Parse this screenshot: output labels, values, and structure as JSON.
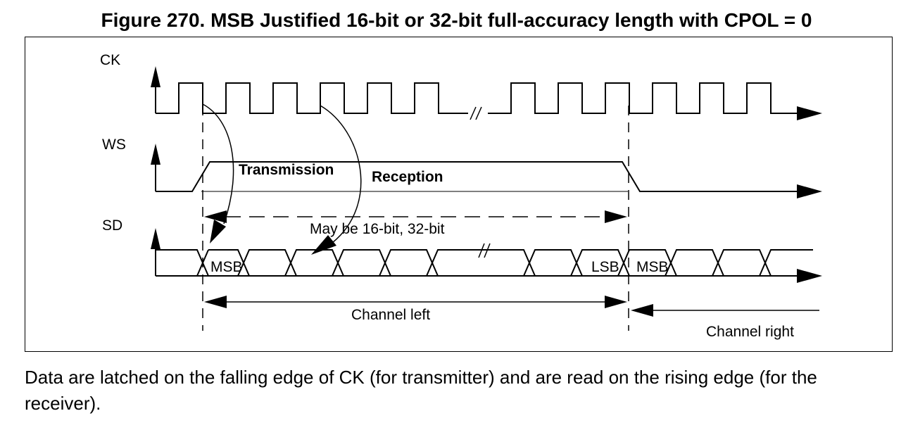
{
  "title": "Figure 270. MSB Justified 16-bit or 32-bit full-accuracy length with CPOL = 0",
  "signals": {
    "ck": "CK",
    "ws": "WS",
    "sd": "SD"
  },
  "annotations": {
    "transmission": "Transmission",
    "reception": "Reception",
    "length_note": "May be 16-bit, 32-bit",
    "msb_first": "MSB",
    "lsb": "LSB",
    "msb_second": "MSB",
    "channel_left": "Channel left",
    "channel_right": "Channel right"
  },
  "caption": "Data are latched on the falling edge of CK (for transmitter) and are read on the rising edge (for the receiver)."
}
